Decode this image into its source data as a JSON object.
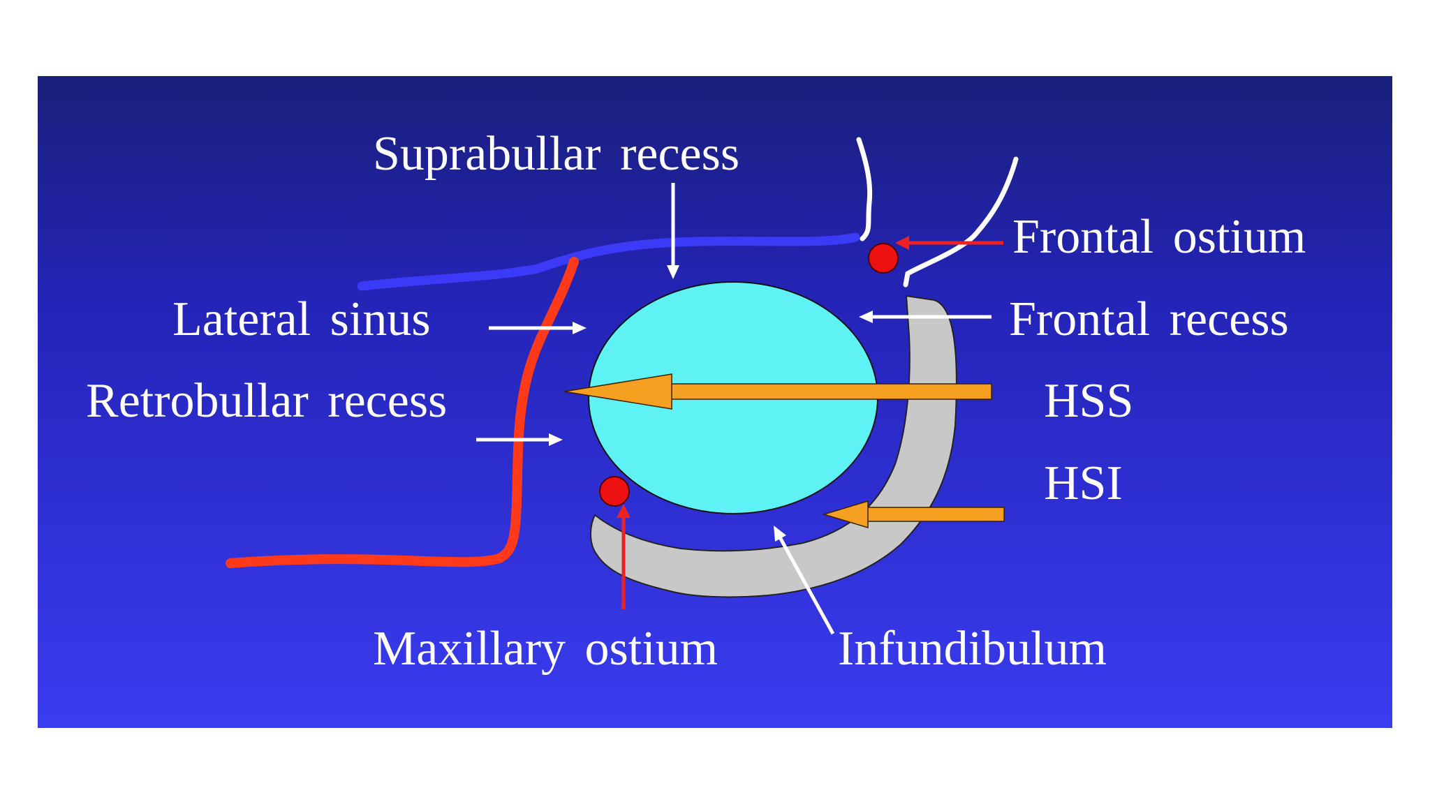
{
  "diagram": {
    "colors": {
      "background_top": "#1a1f7a",
      "background_bottom": "#3a3cf0",
      "bulla": "#5ef2f5",
      "infundibulum": "#c8c8c8",
      "lateral_line": "#ff3a1a",
      "roof_line": "#3b3bf7",
      "ostium_dot": "#ee1111",
      "orange_arrow": "#f5a020",
      "red_arrow": "#ee2222",
      "white": "#ffffff"
    },
    "labels": {
      "suprabullar_recess": "Suprabullar recess",
      "frontal_ostium": "Frontal ostium",
      "lateral_sinus": "Lateral sinus",
      "frontal_recess": "Frontal recess",
      "retrobullar_recess": "Retrobullar recess",
      "hss": "HSS",
      "hsi": "HSI",
      "maxillary_ostium": "Maxillary ostium",
      "infundibulum": "Infundibulum"
    }
  }
}
